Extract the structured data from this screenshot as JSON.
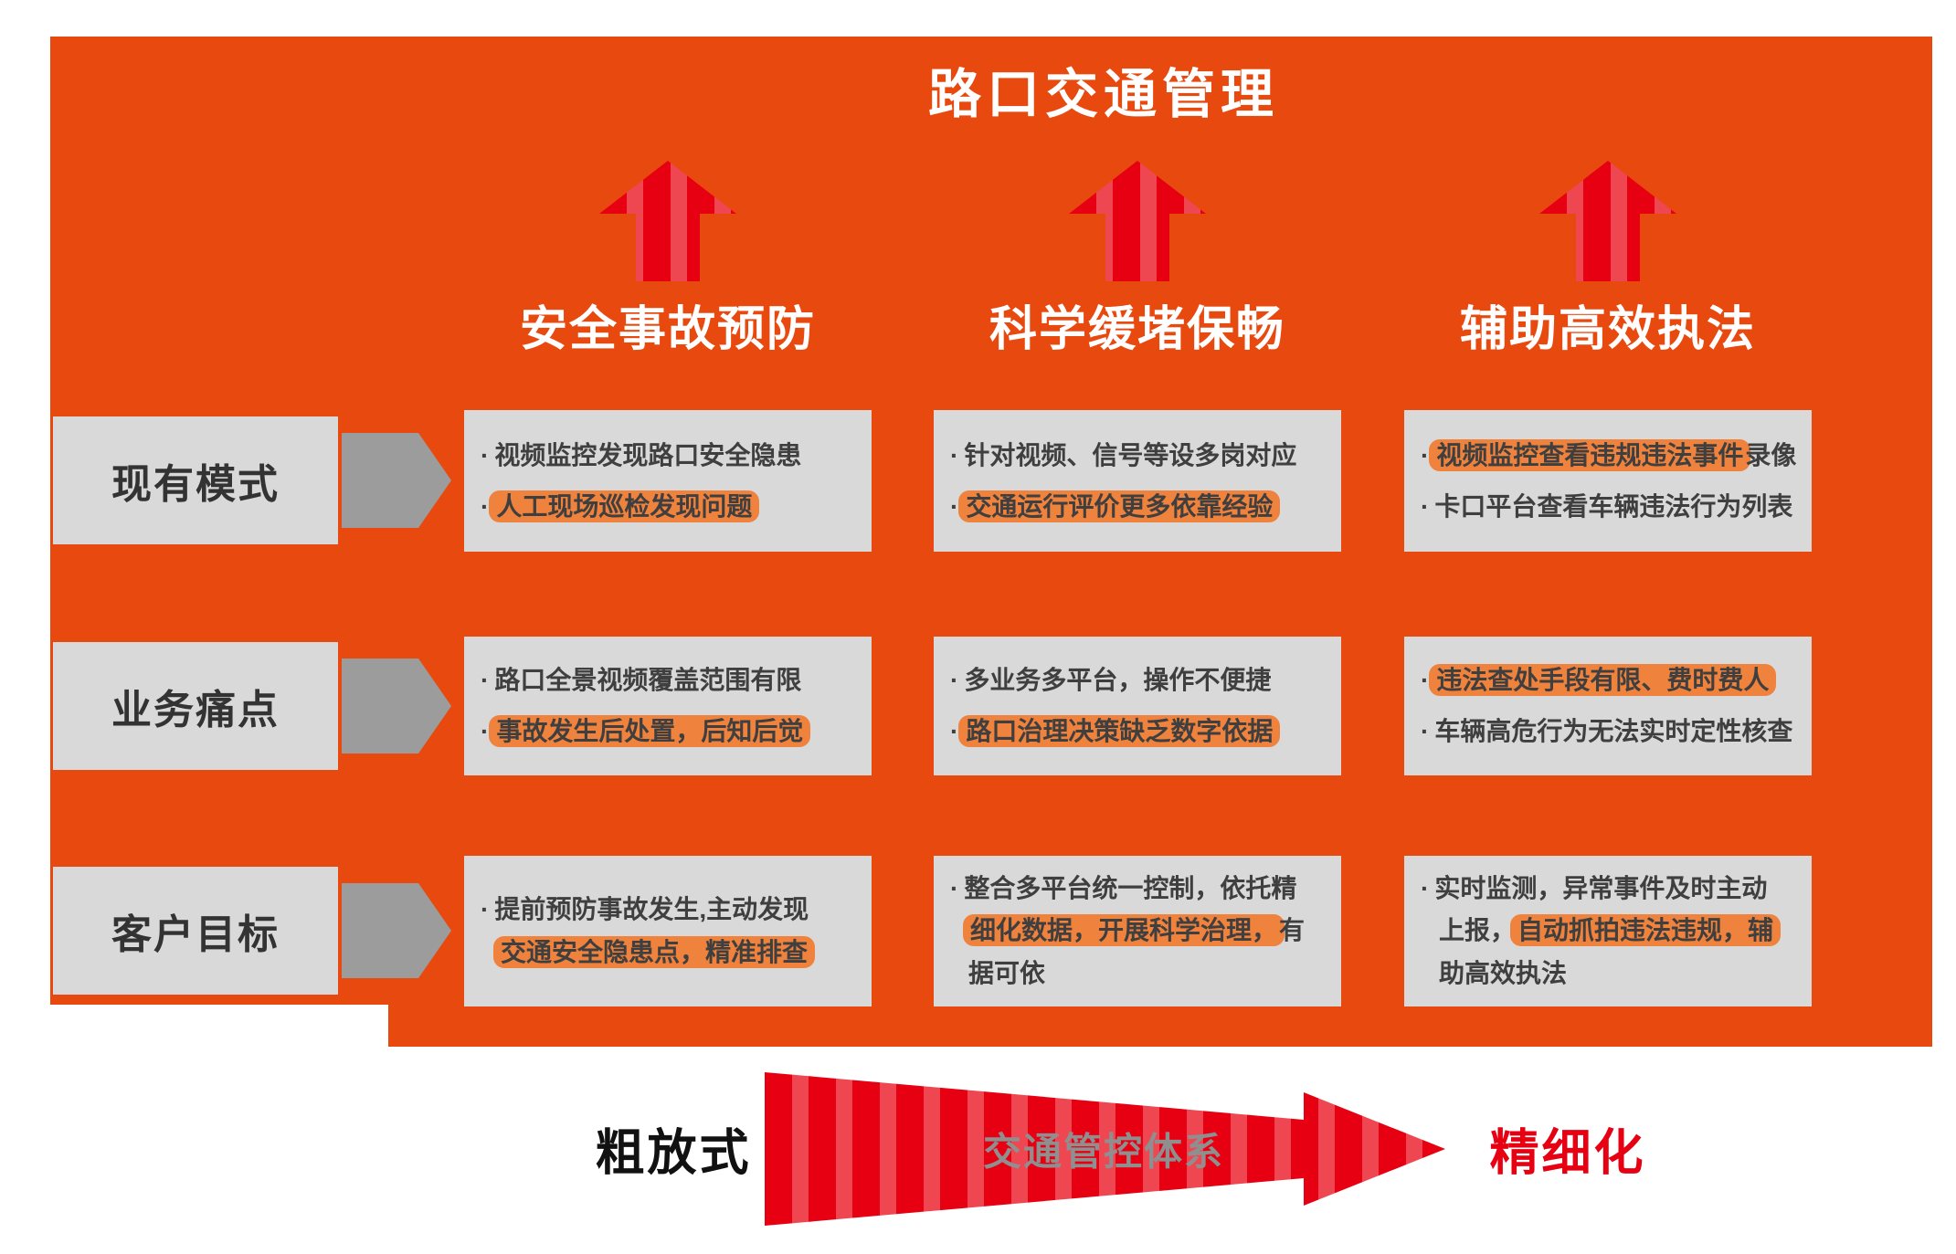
{
  "title": "路口交通管理",
  "bullet_char": "·",
  "columns": [
    {
      "header": "安全事故预防"
    },
    {
      "header": "科学缓堵保畅"
    },
    {
      "header": "辅助高效执法"
    }
  ],
  "rows": [
    {
      "label": "现有模式",
      "cells": [
        {
          "lines": [
            {
              "bullet": true,
              "segments": [
                {
                  "text": "视频监控发现路口安全隐患",
                  "hl": false
                }
              ]
            },
            {
              "bullet": true,
              "segments": [
                {
                  "text": "人工现场巡检发现问题",
                  "hl": true
                }
              ]
            }
          ]
        },
        {
          "lines": [
            {
              "bullet": true,
              "segments": [
                {
                  "text": "针对视频、信号等设多岗对应",
                  "hl": false
                }
              ]
            },
            {
              "bullet": true,
              "segments": [
                {
                  "text": "交通运行评价更多依靠经验",
                  "hl": true
                }
              ]
            }
          ]
        },
        {
          "lines": [
            {
              "bullet": true,
              "segments": [
                {
                  "text": "视频监控查看违规违法事件",
                  "hl": true
                },
                {
                  "text": "录像",
                  "hl": false
                }
              ]
            },
            {
              "bullet": true,
              "segments": [
                {
                  "text": "卡口平台查看车辆违法行为列表",
                  "hl": false
                }
              ]
            }
          ]
        }
      ]
    },
    {
      "label": "业务痛点",
      "cells": [
        {
          "lines": [
            {
              "bullet": true,
              "segments": [
                {
                  "text": "路口全景视频覆盖范围有限",
                  "hl": false
                }
              ]
            },
            {
              "bullet": true,
              "segments": [
                {
                  "text": "事故发生后处置，后知后觉",
                  "hl": true
                }
              ]
            }
          ]
        },
        {
          "lines": [
            {
              "bullet": true,
              "segments": [
                {
                  "text": "多业务多平台，操作不便捷",
                  "hl": false
                }
              ]
            },
            {
              "bullet": true,
              "segments": [
                {
                  "text": "路口治理决策缺乏数字依据",
                  "hl": true
                }
              ]
            }
          ]
        },
        {
          "lines": [
            {
              "bullet": true,
              "segments": [
                {
                  "text": "违法查处手段有限、费时费人",
                  "hl": true
                }
              ]
            },
            {
              "bullet": true,
              "segments": [
                {
                  "text": "车辆高危行为无法实时定性核查",
                  "hl": false
                }
              ]
            }
          ]
        }
      ]
    },
    {
      "label": "客户目标",
      "cells": [
        {
          "lines": [
            {
              "bullet": true,
              "segments": [
                {
                  "text": "提前预防事故发生,主动发现",
                  "hl": false
                }
              ]
            },
            {
              "bullet": false,
              "segments": [
                {
                  "text": "交通安全隐患点，精准排查",
                  "hl": true
                }
              ]
            }
          ]
        },
        {
          "lines": [
            {
              "bullet": true,
              "segments": [
                {
                  "text": "整合多平台统一控制，依托精",
                  "hl": false
                }
              ]
            },
            {
              "bullet": false,
              "segments": [
                {
                  "text": "细化数据，开展科学治理，",
                  "hl": true
                },
                {
                  "text": "有",
                  "hl": false
                }
              ]
            },
            {
              "bullet": false,
              "segments": [
                {
                  "text": "据可依",
                  "hl": false
                }
              ]
            }
          ]
        },
        {
          "lines": [
            {
              "bullet": true,
              "segments": [
                {
                  "text": "实时监测，异常事件及时主动",
                  "hl": false
                }
              ]
            },
            {
              "bullet": false,
              "segments": [
                {
                  "text": "上报，",
                  "hl": false
                },
                {
                  "text": "自动抓拍违法违规，辅",
                  "hl": true
                }
              ]
            },
            {
              "bullet": false,
              "segments": [
                {
                  "text": "助高效执法",
                  "hl": false
                }
              ]
            }
          ]
        }
      ]
    }
  ],
  "footer": {
    "left_label": "粗放式",
    "arrow_label": "交通管控体系",
    "right_label": "精细化"
  },
  "colors": {
    "panel_orange": "#e8490f",
    "arrow_red": "#e60012",
    "stripe_light": "#ee4752",
    "box_gray": "#d9d9d9",
    "chevron_gray": "#9c9c9c",
    "highlight_orange": "#ef823c",
    "cell_text": "#3f3f3f",
    "label_text": "#333333",
    "flow_label_gray": "#8f8f8f",
    "footer_dark": "#111111",
    "header_white": "#ffffff"
  }
}
